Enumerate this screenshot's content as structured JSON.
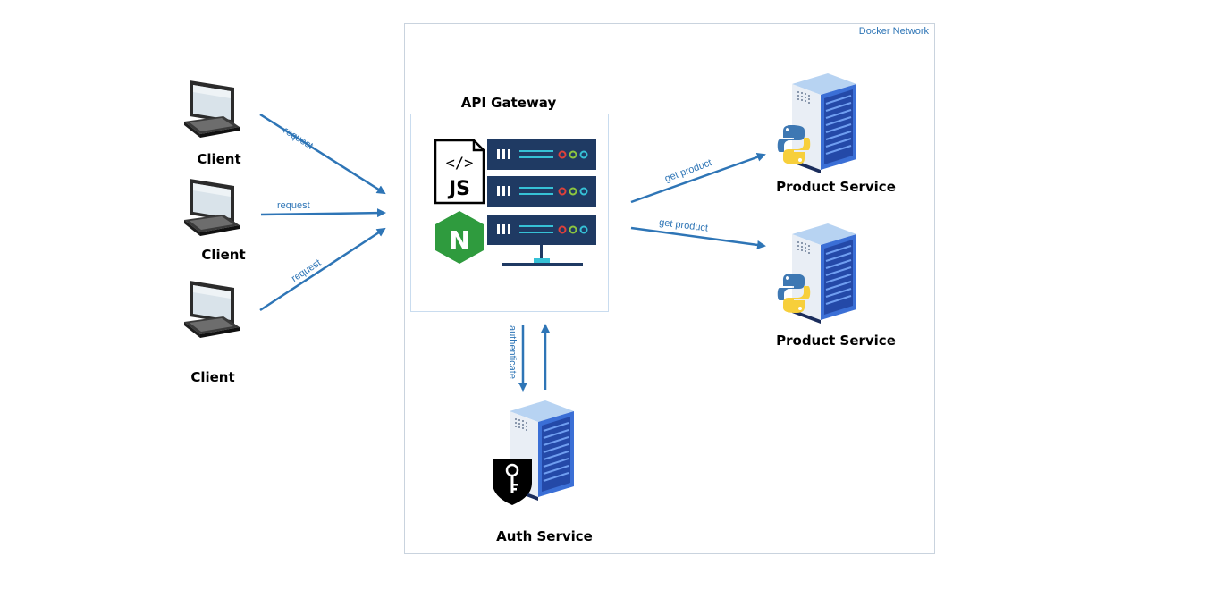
{
  "network": {
    "label": "Docker Network"
  },
  "clients": [
    {
      "label": "Client"
    },
    {
      "label": "Client"
    },
    {
      "label": "Client"
    }
  ],
  "gateway": {
    "label": "API Gateway",
    "js_text": "JS",
    "nginx_text": "N"
  },
  "services": {
    "product_1": {
      "label": "Product Service"
    },
    "product_2": {
      "label": "Product Service"
    },
    "auth": {
      "label": "Auth Service"
    }
  },
  "edges": {
    "request_1": "request",
    "request_2": "request",
    "request_3": "request",
    "get_product_1": "get product",
    "get_product_2": "get product",
    "authenticate": "authenticate"
  },
  "colors": {
    "arrow": "#2e75b6",
    "server_body": "#1f3a63",
    "nginx_green": "#2f9b3e",
    "rack_blue": "#3b6fd6",
    "python_blue": "#3e78b3",
    "python_yellow": "#f7cf3b"
  }
}
